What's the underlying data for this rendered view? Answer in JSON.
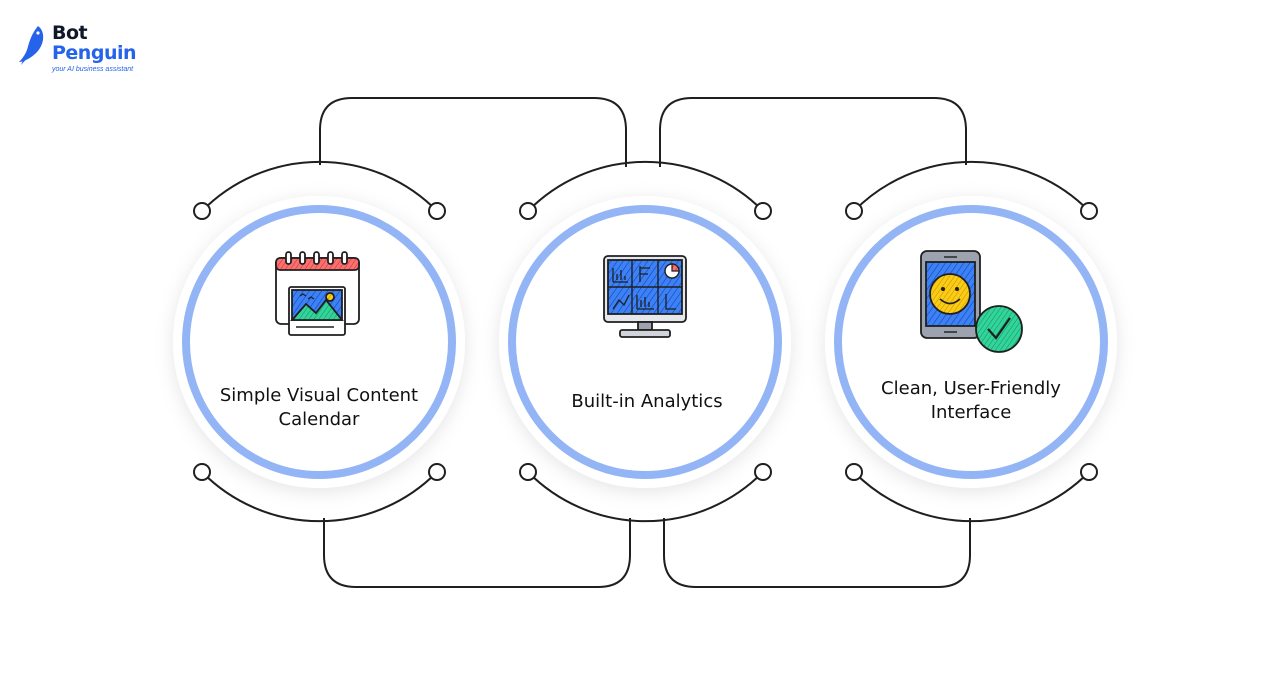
{
  "brand": {
    "name_line1": "Bot",
    "name_line2": "Penguin",
    "tagline": "your AI business assistant",
    "colors": {
      "accent": "#2563eb",
      "ring": "#93b4f5",
      "line": "#1f1f1f"
    }
  },
  "nodes": [
    {
      "label": "Simple Visual Content Calendar",
      "icon": "calendar-icon"
    },
    {
      "label": "Built-in Analytics",
      "icon": "analytics-monitor-icon"
    },
    {
      "label": "Clean, User-Friendly Interface",
      "icon": "smartphone-smiley-check-icon"
    }
  ]
}
